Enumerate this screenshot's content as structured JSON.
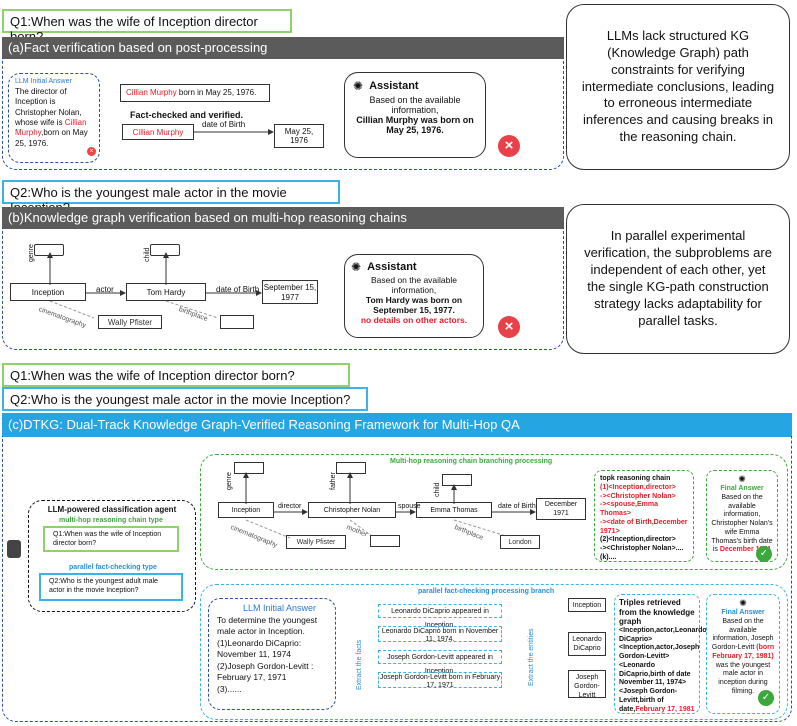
{
  "q1": "Q1:When was the wife of Inception director born?",
  "q2": "Q2:Who is the youngest male actor in the movie Inception?",
  "panel_a": {
    "title": "(a)Fact verification based on post-processing",
    "llm_label": "LLM Initial Answer",
    "llm_text_1": "The director of Inception is Christopher Nolan, whose wife is ",
    "llm_text_red": "Cillian Murphy",
    "llm_text_2": ",born on May 25, 1976.",
    "claim_red": "Cillian Murphy",
    "claim_rest": " born in May 25, 1976.",
    "checked": "Fact-checked and verified.",
    "node_subject": "Cillian Murphy",
    "edge": "date of Birth",
    "node_object": "May 25, 1976",
    "assistant": "Assistant",
    "answer_1": "Based on the available information,",
    "answer_bold": "Cillian Murphy was born on May 25, 1976."
  },
  "note_a": "LLMs lack structured KG (Knowledge Graph) path constraints for verifying intermediate conclusions, leading to erroneous intermediate inferences and causing breaks in the reasoning chain.",
  "panel_b": {
    "title": "(b)Knowledge graph verification based on multi-hop reasoning chains",
    "node_inception": "Inception",
    "edge_actor": "actor",
    "node_tom": "Tom Hardy",
    "edge_dob": "date of Birth",
    "node_date": "September 15, 1977",
    "edge_genre": "genre",
    "edge_child": "child",
    "edge_cinema": "cinematography",
    "node_wally": "Wally Pfister",
    "edge_birthplace": "birthplace",
    "assistant": "Assistant",
    "answer_1": "Based on the available information,",
    "answer_bold": "Tom Hardy was born on September 15, 1977.",
    "answer_red": "no details on other actors."
  },
  "note_b": "In parallel experimental verification, the subproblems are independent of each other, yet the single KG-path construction strategy lacks adaptability for parallel tasks.",
  "panel_c": {
    "title": "(c)DTKG: Dual-Track Knowledge Graph-Verified Reasoning Framework for Multi-Hop QA",
    "agent_title": "LLM-powered classification agent",
    "multi_type": "multi-hop reasoning chain type",
    "multi_q": "Q1:When was the wife of Inception director born?",
    "parallel_type": "parallel fact-checking type",
    "parallel_q": "Q2:Who is the youngest adult male actor in the movie Inception?",
    "branch_title": "Multi-hop reasoning chain branching processing",
    "kg": {
      "inception": "Inception",
      "director": "director",
      "nolan": "Christopher Nolan",
      "spouse": "spouse",
      "emma": "Emma Thomas",
      "dob": "date of Birth",
      "date": "December 1971",
      "genre": "genre",
      "father": "father",
      "child": "child",
      "cinematography": "cinematography",
      "wally": "Wally Pfister",
      "mother": "mother",
      "birthplace": "birthplace",
      "london": "London"
    },
    "topk_title": "topk reasoning chain",
    "topk_1": "(1)<Inception,director>",
    "topk_2": "-><Christopher Nolan>",
    "topk_3": "-><spouse,Emma Thomas>",
    "topk_4": "-><date of Birth,December 1971>",
    "topk_5": "(2)<Inception,director>",
    "topk_6": "-><Christopher Nolan>....",
    "topk_7": "(k)....",
    "final_title": "Final Answer",
    "final_1": "Based on the available information, Christopher Nolan's wife Emma Thomas's birth date is ",
    "final_red": "December 1971",
    "parallel_title": "parallel fact-checking processing branch",
    "llm_label": "LLM Initial Answer",
    "llm_text": "To determine the youngest male actor in Inception.",
    "llm_1": "(1)Leonardo DiCaprio: November 11, 1974",
    "llm_2": "(2)Joseph Gordon-Levitt : February 17, 1971",
    "llm_3": "(3)......",
    "extract_facts": "Extract the facts",
    "facts": [
      "Leonardo DiCaprio appeared in Inception.",
      "Leonardo DiCaprio born in November 11, 1974.",
      "Joseph Gordon-Levitt appeared in Inception.",
      "Joseph Gordon-Levitt born in February 17, 1971"
    ],
    "extract_entities": "Extract the entities",
    "entities": [
      "Inception",
      "Leonardo DiCaprio",
      "Joseph Gordon-Levitt"
    ],
    "triples_title": "Triples retrieved from the knowledge graph",
    "triples_1": "<Inception,actor,Leonardo DiCaprio>",
    "triples_2": "<Inception,actor,Joseph Gordon-Levitt>",
    "triples_3": "<Leonardo DiCaprio,birth of date November 11, 1974>",
    "triples_4": "<Joseph Gordon-Levitt,birth of date,",
    "triples_red": "February 17, 1981",
    "final2_title": "Final Answer",
    "final2_1": "Based on the available information, Joseph Gordon-Levitt ",
    "final2_red": "(born February 17, 1981)",
    "final2_2": " was the youngest male actor in inception during filming."
  }
}
